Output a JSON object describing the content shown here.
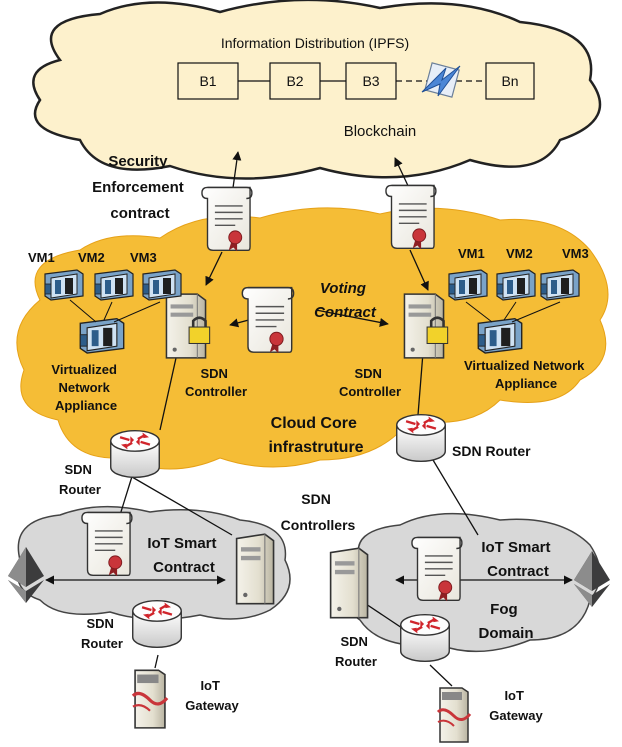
{
  "blockchain": {
    "title": "Information Distribution (IPFS)",
    "caption": "Blockchain",
    "blocks": [
      "B1",
      "B2",
      "B3",
      "Bn"
    ]
  },
  "labels": {
    "security_line1": "Security",
    "security_line2": "Enforcement",
    "security_line3": "contract",
    "voting_line1": "Voting",
    "voting_line2": "Contract",
    "cloud_core_line1": "Cloud Core",
    "cloud_core_line2": "infrastruture",
    "sdn_controller_left_1": "SDN",
    "sdn_controller_left_2": "Controller",
    "sdn_controller_right_1": "SDN",
    "sdn_controller_right_2": "Controller",
    "vna_left_1": "Virtualized",
    "vna_left_2": "Network",
    "vna_left_3": "Appliance",
    "vna_right_1": "Virtualized Network",
    "vna_right_2": "Appliance",
    "vm_left": [
      "VM1",
      "VM2",
      "VM3"
    ],
    "vm_right": [
      "VM1",
      "VM2",
      "VM3"
    ],
    "sdn_router_core_left_1": "SDN",
    "sdn_router_core_left_2": "Router",
    "sdn_router_core_right": "SDN Router",
    "sdn_controllers_1": "SDN",
    "sdn_controllers_2": "Controllers",
    "iot_left_1": "IoT Smart",
    "iot_left_2": "Contract",
    "iot_right_1": "IoT Smart",
    "iot_right_2": "Contract",
    "fog_1": "Fog",
    "fog_2": "Domain",
    "sdn_router_left_1": "SDN",
    "sdn_router_left_2": "Router",
    "sdn_router_right_1": "SDN",
    "sdn_router_right_2": "Router",
    "gateway_left_1": "IoT",
    "gateway_left_2": "Gateway",
    "gateway_right_1": "IoT",
    "gateway_right_2": "Gateway"
  },
  "colors": {
    "blockchain_cloud": "#fdf1cc",
    "core_cloud": "#f5bd36",
    "fog_cloud": "#d8d8d8",
    "seal": "#c9353a",
    "router_arrow": "#d0242b"
  },
  "icons": [
    "scroll-contract-icon",
    "server-lock-icon",
    "server-icon",
    "router-icon",
    "vm-icon",
    "ethereum-icon",
    "gateway-icon",
    "vote-envelope-icon"
  ]
}
